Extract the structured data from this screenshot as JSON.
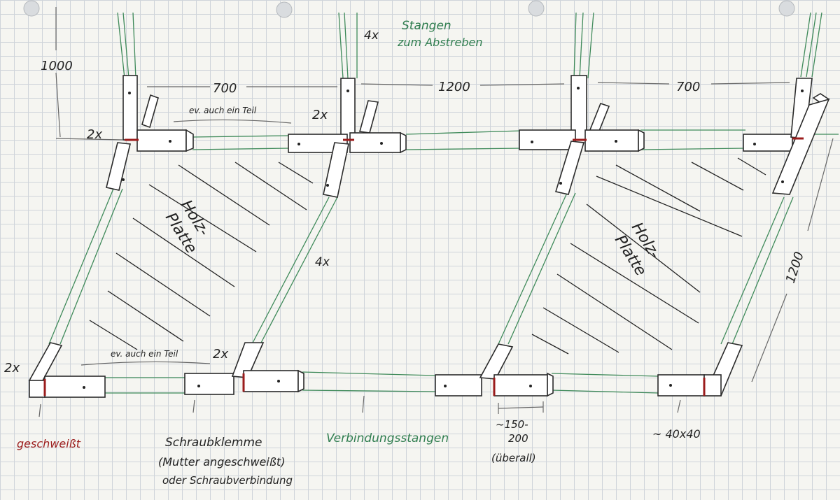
{
  "labels": {
    "height_dim": "1000",
    "span_dim_1": "700",
    "span_dim_2": "1200",
    "span_dim_3": "700",
    "diag_dim": "1200",
    "rods_top_count": "4x",
    "rods_top_text_1": "Stangen",
    "rods_top_text_2": "zum Abstreben",
    "note_top": "ev. auch ein Teil",
    "note_bottom": "ev. auch ein Teil",
    "count_2x_a": "2x",
    "count_2x_b": "2x",
    "count_2x_c": "2x",
    "count_2x_d": "2x",
    "count_4x_mid": "4x",
    "plate_left_1": "Holz-",
    "plate_left_2": "Platte",
    "plate_right_1": "Holz-",
    "plate_right_2": "Platte",
    "welded": "geschweißt",
    "clamp_1": "Schraubklemme",
    "clamp_2": "(Mutter angeschweißt)",
    "clamp_3": "oder Schraubverbindung",
    "connector": "Verbindungsstangen",
    "len_1": "~150-",
    "len_2": "200",
    "len_3": "(überall)",
    "profile": "~ 40x40"
  },
  "colors": {
    "paper": "#f5f5f1",
    "grid": "#cfd4da",
    "ink": "#222222",
    "green_ink": "#2f7d4f",
    "red_ink": "#9b1c1c"
  }
}
